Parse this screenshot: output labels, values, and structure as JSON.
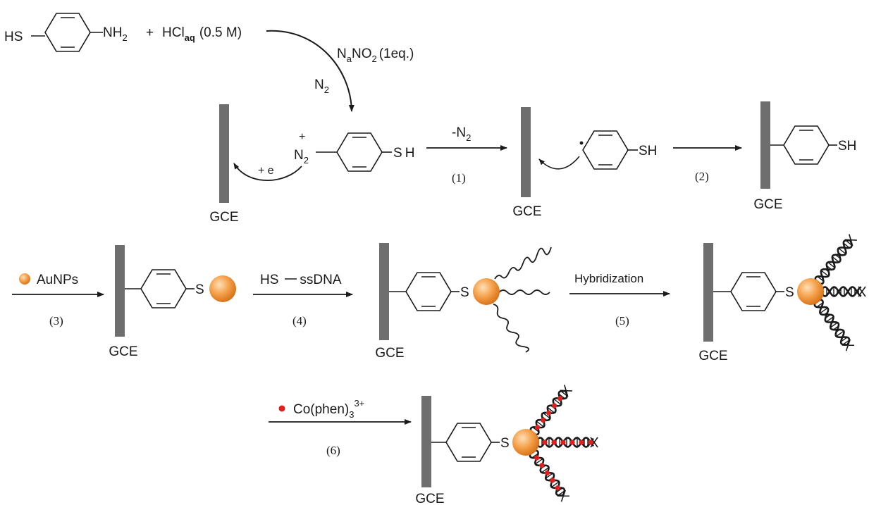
{
  "colors": {
    "electrode": "#6e6e6e",
    "line": "#1a1a1a",
    "gold_light": "#fde0b8",
    "gold_mid": "#f5a04a",
    "gold_dark": "#d9751a",
    "cobalt": "#e0201e"
  },
  "reaction_top": {
    "reagent_thiol": "HS",
    "reagent_amine": "NH",
    "reagent_amine_sub": "2",
    "plus": "+",
    "acid": "HCl",
    "acid_sub": "aq",
    "acid_conc": "(0.5 M)",
    "nitrite_n": "N",
    "nitrite_a": "a",
    "nitrite_no": "NO",
    "nitrite_sub": "2",
    "nitrite_eq": "(1eq.)",
    "atmosphere": "N",
    "atmosphere_sub": "2"
  },
  "row1": {
    "electron": "+ e",
    "diazonium_plus": "+",
    "diazonium_n": "N",
    "diazonium_sub": "2",
    "sh_a": "S",
    "sh_b": "H",
    "release_n": "-N",
    "release_sub": "2",
    "sh_radical": "SH",
    "sh_grafted": "SH"
  },
  "electrodes": [
    {
      "label": "GCE"
    },
    {
      "label": "GCE"
    },
    {
      "label": "GCE"
    },
    {
      "label": "GCE"
    },
    {
      "label": "GCE"
    },
    {
      "label": "GCE"
    },
    {
      "label": "GCE"
    }
  ],
  "steps": [
    {
      "number": "(1)"
    },
    {
      "number": "(2)"
    },
    {
      "number": "(3)",
      "reagent": "AuNPs"
    },
    {
      "number": "(4)",
      "reagent_a": "HS",
      "reagent_b": "ssDNA"
    },
    {
      "number": "(5)",
      "reagent": "Hybridization"
    },
    {
      "number": "(6)",
      "reagent": "Co(phen)",
      "reagent_sub": "3",
      "reagent_sup": "3+"
    }
  ],
  "sulfur": [
    "S",
    "S",
    "S",
    "S"
  ]
}
